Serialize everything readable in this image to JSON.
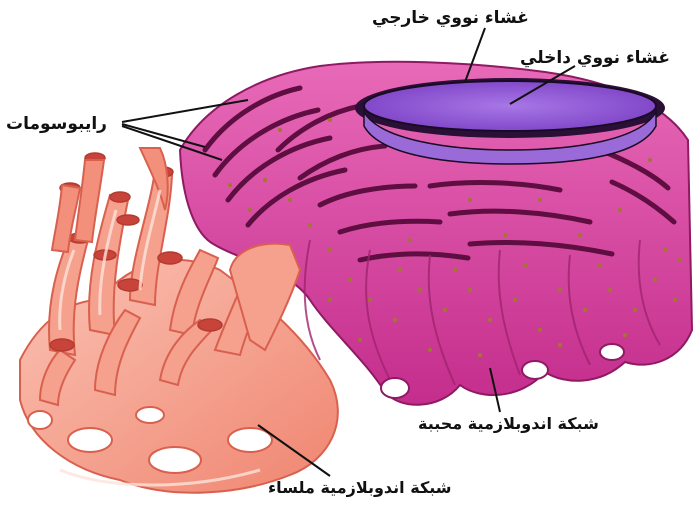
{
  "labels": {
    "outer_nuclear_membrane": "غشاء نووي خارجي",
    "inner_nuclear_membrane": "غشاء نووي داخلي",
    "ribosomes": "رايبوسومات",
    "rough_er": "شبكة اندوبلازمية محببة",
    "smooth_er": "شبكة اندوبلازمية ملساء"
  },
  "colors": {
    "rough_er_fill": "#d63c9c",
    "rough_er_dark": "#8e1a63",
    "rough_er_light": "#f0a0d2",
    "ribosome_dots": "#a0782a",
    "nucleus_fill": "#8a4fd0",
    "nucleus_light": "#b58ae8",
    "smooth_er_fill": "#f6a08e",
    "smooth_er_light": "#fcd2c6",
    "smooth_er_dark": "#d9604e",
    "leader_lines": "#111111"
  }
}
